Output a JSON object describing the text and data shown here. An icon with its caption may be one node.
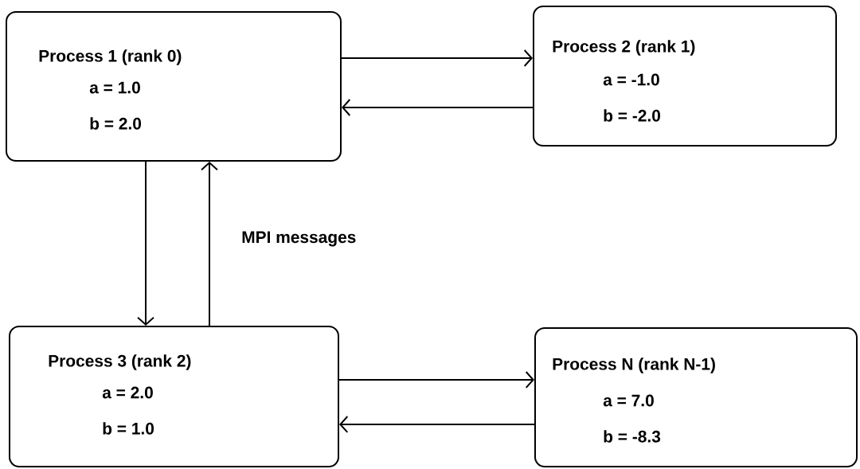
{
  "diagram": {
    "nodes": [
      {
        "text": [
          "Process 1 (rank 0)",
          "a = 1.0",
          "b = 2.0"
        ]
      },
      {
        "text": [
          "Process 2 (rank 1)",
          "a = -1.0",
          "b = -2.0"
        ]
      },
      {
        "text": [
          "Process 3 (rank 2)",
          "a = 2.0",
          "b = 1.0"
        ]
      },
      {
        "text": [
          "Process N (rank N-1)",
          "a = 7.0",
          "b = -8.3"
        ]
      }
    ],
    "edges": [
      {
        "from": 0,
        "to": 1,
        "arrow": "to"
      },
      {
        "from": 1,
        "to": 0,
        "arrow": "to"
      },
      {
        "from": 0,
        "to": 2,
        "arrow": "to"
      },
      {
        "from": 2,
        "to": 0,
        "arrow": "to"
      },
      {
        "from": 2,
        "to": 3,
        "arrow": "to"
      },
      {
        "from": 3,
        "to": 2,
        "arrow": "to"
      }
    ],
    "labels": [
      "MPI messages"
    ]
  }
}
